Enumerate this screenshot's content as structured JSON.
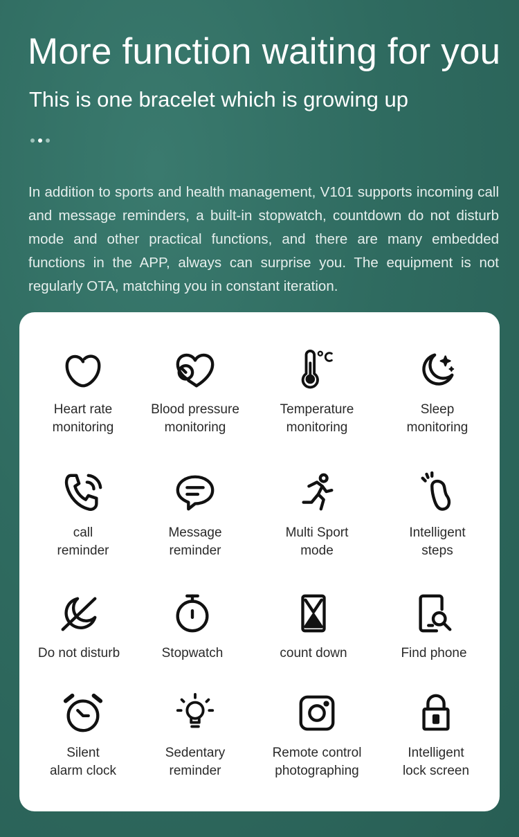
{
  "header": {
    "title": "More function waiting for you",
    "subtitle": "This is one bracelet which is growing up",
    "pager": {
      "count": 3,
      "active_index": 1
    }
  },
  "description": "In addition to sports and health management, V101 supports incoming call and message reminders, a built-in stopwatch, countdown do not disturb mode and other practical functions, and there are many embedded functions in the APP, always can surprise you. The equipment is not regularly OTA, matching you in constant iteration.",
  "features": [
    {
      "label": "Heart rate\nmonitoring",
      "icon": "heart-icon"
    },
    {
      "label": "Blood pressure\nmonitoring",
      "icon": "blood-pressure-icon"
    },
    {
      "label": "Temperature\nmonitoring",
      "icon": "thermometer-icon"
    },
    {
      "label": "Sleep\nmonitoring",
      "icon": "moon-stars-icon"
    },
    {
      "label": "call\nreminder",
      "icon": "phone-call-icon"
    },
    {
      "label": "Message\nreminder",
      "icon": "chat-bubble-icon"
    },
    {
      "label": "Multi Sport\nmode",
      "icon": "running-person-icon"
    },
    {
      "label": "Intelligent\nsteps",
      "icon": "footprint-icon"
    },
    {
      "label": "Do not disturb",
      "icon": "do-not-disturb-icon"
    },
    {
      "label": "Stopwatch",
      "icon": "stopwatch-icon"
    },
    {
      "label": "count down",
      "icon": "hourglass-icon"
    },
    {
      "label": "Find phone",
      "icon": "find-phone-icon"
    },
    {
      "label": "Silent\nalarm clock",
      "icon": "alarm-clock-icon"
    },
    {
      "label": "Sedentary\nreminder",
      "icon": "lightbulb-icon"
    },
    {
      "label": "Remote control\nphotographing",
      "icon": "camera-icon"
    },
    {
      "label": "Intelligent\nlock screen",
      "icon": "lock-icon"
    }
  ],
  "colors": {
    "background": "#2f6b60",
    "card": "#ffffff",
    "icon": "#111111",
    "label": "#2a2a2a"
  }
}
